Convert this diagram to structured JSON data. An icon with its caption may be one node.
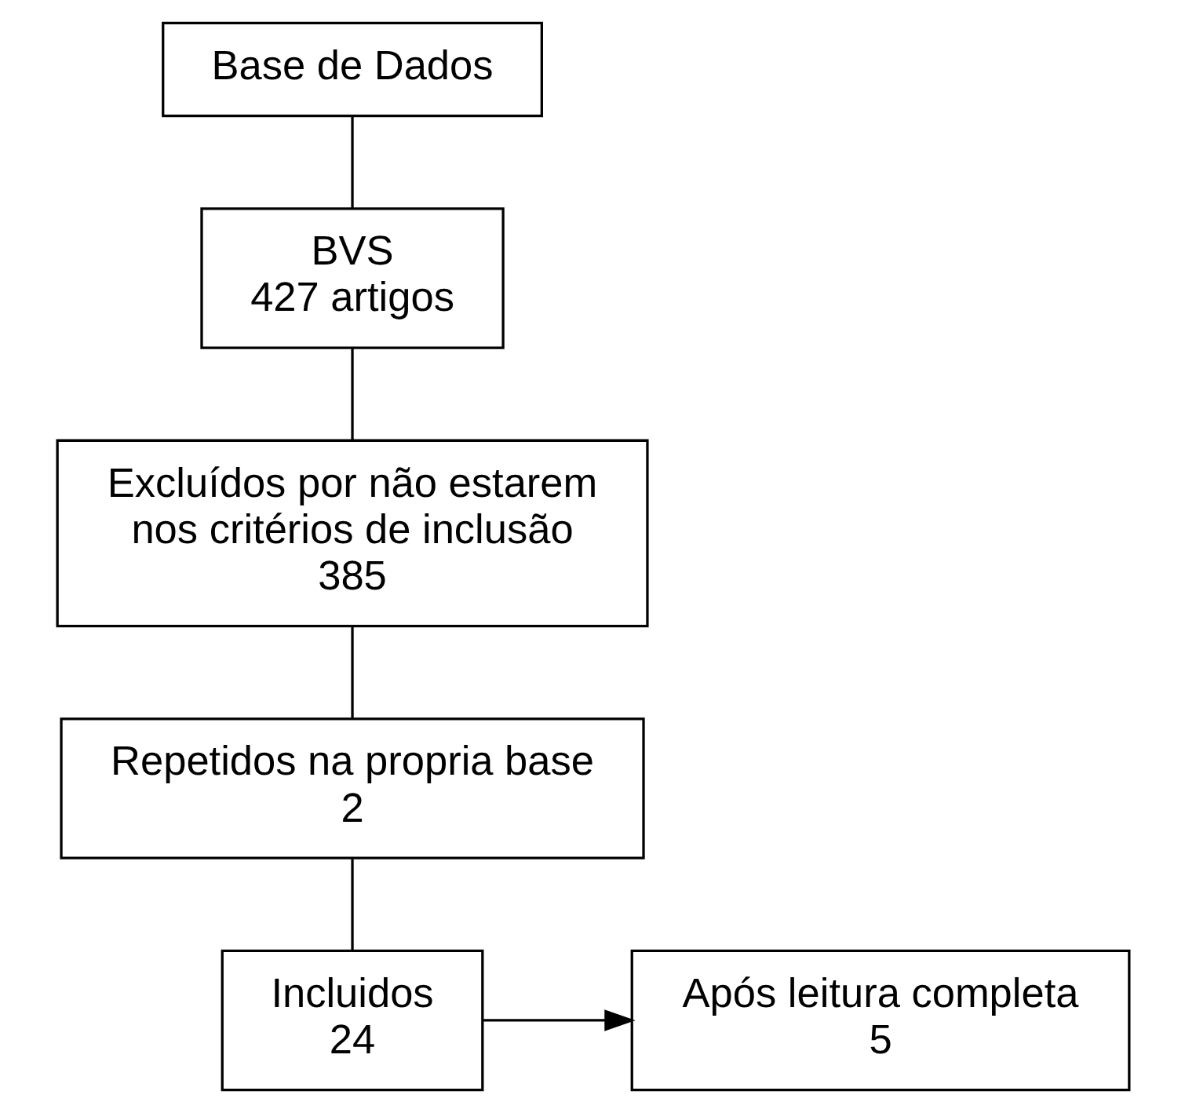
{
  "diagram": {
    "nodes": [
      {
        "text": [
          "Base de Dados"
        ]
      },
      {
        "text": [
          "BVS",
          "427 artigos"
        ]
      },
      {
        "text": [
          "Excluídos por não estarem nos critérios de inclusão",
          "385"
        ]
      },
      {
        "text": [
          "Repetidos na propria base",
          "2"
        ]
      },
      {
        "text": [
          "Incluidos",
          "24"
        ]
      },
      {
        "text": [
          "Após leitura completa",
          "5"
        ]
      }
    ],
    "edges": [
      {
        "from": 0,
        "to": 1,
        "arrow": "none"
      },
      {
        "from": 1,
        "to": 2,
        "arrow": "none"
      },
      {
        "from": 2,
        "to": 3,
        "arrow": "none"
      },
      {
        "from": 3,
        "to": 4,
        "arrow": "none"
      },
      {
        "from": 4,
        "to": 5,
        "arrow": "to"
      }
    ]
  }
}
